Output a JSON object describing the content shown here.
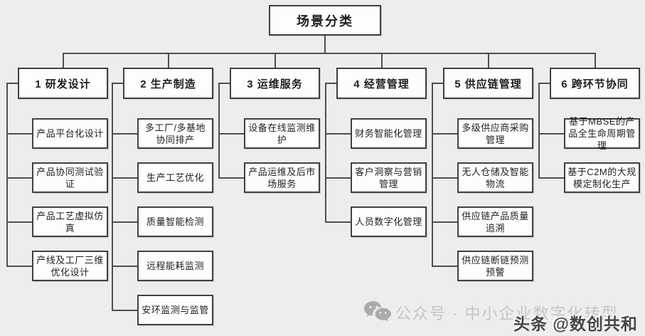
{
  "root": {
    "label": "场景分类"
  },
  "columns": [
    {
      "label": "1 研发设计",
      "children": [
        "产品平台化设计",
        "产品协同测试验证",
        "产品工艺虚拟仿真",
        "产线及工厂三维优化设计"
      ]
    },
    {
      "label": "2 生产制造",
      "children": [
        "多工厂/多基地协同排产",
        "生产工艺优化",
        "质量智能检测",
        "远程能耗监测",
        "安环监测与监管"
      ]
    },
    {
      "label": "3 运维服务",
      "children": [
        "设备在线监测维护",
        "产品运维及后市场服务"
      ]
    },
    {
      "label": "4 经营管理",
      "children": [
        "财务智能化管理",
        "客户洞察与营销管理",
        "人员数字化管理"
      ]
    },
    {
      "label": "5 供应链管理",
      "children": [
        "多级供应商采购管理",
        "无人仓储及智能物流",
        "供应链产品质量追溯",
        "供应链断链预测预警"
      ]
    },
    {
      "label": "6 跨环节协同",
      "children": [
        "基于MBSE的产品全生命周期管理",
        "基于C2M的大规模定制化生产"
      ]
    }
  ],
  "watermarks": {
    "wechat_icon": "wechat-icon",
    "wechat_text": "公众号 · 中小企业数字化转型",
    "toutiao_text": "头条 @数创共和"
  },
  "colors": {
    "background": "#ededed",
    "box_fill": "#fdfdfd",
    "box_border": "#414141",
    "connector": "#4f4f4f",
    "text": "#1f1f1f",
    "watermark_light": "#c6c6c6",
    "watermark_dark": "#474747"
  }
}
